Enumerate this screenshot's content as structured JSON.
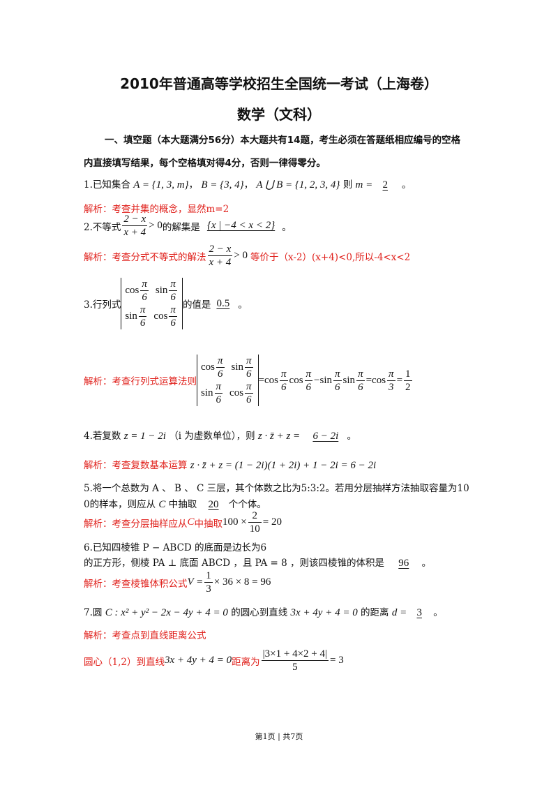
{
  "doc": {
    "title": "2010年普通高等学校招生全国统一考试（上海卷）",
    "subtitle": "数学（文科）",
    "section_line1": "一、填空题（本大题满分56分）本大题共有14题，考生必须在答题纸相应编号的空格",
    "section_line2": "内直接填写结果，每个空格填对得4分，否则一律得零分。",
    "footer": "第1页 | 共7页"
  },
  "q1": {
    "prefix": "1.已知集合",
    "setA": "A = {1, 3, m}",
    "setB": "B = {3, 4}",
    "union": "A ⋃ B = {1, 2, 3, 4}",
    "then": "则",
    "m_eq": "m =",
    "answer": "2",
    "end": "。",
    "analysis": "解析：考查并集的概念，显然m=2"
  },
  "q2": {
    "prefix": "2.不等式",
    "num": "2 − x",
    "den": "x + 4",
    "gt": "> 0",
    "mid": "的解集是",
    "answer": "{x | −4 < x < 2}",
    "end": "。",
    "analysis_prefix": "解析：考查分式不等式的解法",
    "analysis_suffix": "等价于（x-2）(x+4)<0,所以-4<x<2"
  },
  "q3": {
    "prefix": "3.行列式",
    "r1c1": "cos",
    "r1c2": "sin",
    "r2c1": "sin",
    "r2c2": "cos",
    "pi": "π",
    "six": "6",
    "three": "3",
    "one": "1",
    "two": "2",
    "mid": "的值是",
    "answer": "0.5",
    "end": "。",
    "analysis_prefix": "解析：考查行列式运算法则",
    "minus": "−",
    "eq": "=",
    "cos": "cos",
    "sin": "sin"
  },
  "q4": {
    "prefix": "4.若复数",
    "z_def": "z = 1 − 2i",
    "paren": "（i 为虚数单位），则",
    "expr": "z · z̄ + z =",
    "answer": "6 − 2i",
    "end": "。",
    "analysis_prefix": "解析：考查复数基本运算",
    "analysis_math": "z · z̄ + z = (1 − 2i)(1 + 2i) + 1 − 2i = 6 − 2i"
  },
  "q5": {
    "line1": "5.将一个总数为 A 、 B 、 C 三层，其个体数之比为5:3:2。若用分层抽样方法抽取容量为10",
    "line2_a": "0的样本，则应从",
    "line2_c": "C",
    "line2_b": "中抽取",
    "answer": "20",
    "line2_end": "个个体。",
    "analysis_prefix": "解析：考查分层抽样应从",
    "analysis_c": "C",
    "analysis_mid": "中抽取",
    "a_100": "100 ×",
    "a_num": "2",
    "a_den": "10",
    "a_res": "= 20"
  },
  "q6": {
    "line1": "6.已知四棱锥 P − ABCD 的底面是边长为6",
    "line2": "的正方形，侧棱 PA ⊥ 底面 ABCD ，且 PA = 8 ，则该四棱锥的体积是",
    "answer": "96",
    "end": "。",
    "analysis_prefix": "解析：考查棱锥体积公式",
    "a_v": "V =",
    "a_num": "1",
    "a_den": "3",
    "a_rest": "× 36 × 8 = 96"
  },
  "q7": {
    "prefix": "7.圆",
    "circle": "C : x² + y² − 2x − 4y + 4 = 0",
    "mid": "的圆心到直线",
    "line": "3x + 4y + 4 = 0",
    "mid2": "的距离",
    "d_eq": "d =",
    "answer": "3",
    "end": "。",
    "analysis1": "解析：考查点到直线距离公式",
    "a2_prefix": "圆心（1,2）到直线",
    "a2_line": "3x + 4y + 4 = 0",
    "a2_mid": "距离为",
    "a2_num": "|3×1 + 4×2 + 4|",
    "a2_den": "5",
    "a2_res": "= 3"
  }
}
